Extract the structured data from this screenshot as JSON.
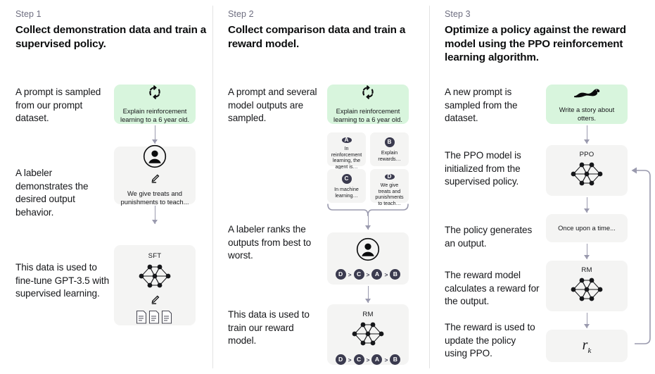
{
  "meta": {
    "accent_green": "#d8f5dd",
    "card_grey": "#f4f4f3",
    "arrow_grey": "#9a9aae",
    "pill_dark": "#3b3b4f",
    "divider": "#e3e3e3"
  },
  "steps": [
    {
      "label": "Step 1",
      "title": "Collect demonstration data and train a supervised policy.",
      "notes": [
        "A prompt is sampled from our prompt dataset.",
        "A labeler demonstrates the desired output behavior.",
        "This data is used to fine-tune GPT-3.5 with supervised learning."
      ],
      "cards": [
        {
          "kind": "prompt",
          "icon": "refresh-cycle-icon",
          "text": "Explain reinforcement learning to a 6 year old."
        },
        {
          "kind": "labeler",
          "icon": "person-avatar-icon",
          "sub_icon": "pencil-icon",
          "text": "We give treats and punishments to teach..."
        },
        {
          "kind": "model",
          "title": "SFT",
          "icon": "neural-network-icon",
          "sub_icon": "pencil-icon",
          "extra_icon": "documents-icon"
        }
      ]
    },
    {
      "label": "Step 2",
      "title": "Collect comparison data and train a reward model.",
      "notes": [
        "A prompt and several model outputs are sampled.",
        "A labeler ranks the outputs from best to worst.",
        "This data is used to train our reward model."
      ],
      "cards": [
        {
          "kind": "prompt",
          "icon": "refresh-cycle-icon",
          "text": "Explain reinforcement learning to a 6 year old."
        },
        {
          "kind": "outputs",
          "options": [
            {
              "letter": "A",
              "text": "In reinforcement learning, the agent is…"
            },
            {
              "letter": "B",
              "text": "Explain rewards…"
            },
            {
              "letter": "C",
              "text": "In machine learning…"
            },
            {
              "letter": "D",
              "text": "We give treats and punishments to teach…"
            }
          ]
        },
        {
          "kind": "labeler-rank",
          "icon": "person-avatar-icon",
          "ranking": [
            "D",
            "C",
            "A",
            "B"
          ]
        },
        {
          "kind": "model-rank",
          "title": "RM",
          "icon": "neural-network-icon",
          "ranking": [
            "D",
            "C",
            "A",
            "B"
          ]
        }
      ]
    },
    {
      "label": "Step 3",
      "title": "Optimize a policy against the reward model using the PPO reinforcement learning algorithm.",
      "notes": [
        "A new prompt is sampled from the dataset.",
        "The PPO model is initialized from the supervised policy.",
        "The policy generates an output.",
        "The reward model calculates a reward for the output.",
        "The reward is used to update the policy using PPO."
      ],
      "cards": [
        {
          "kind": "prompt",
          "icon": "otter-icon",
          "text": "Write a story about otters."
        },
        {
          "kind": "model",
          "title": "PPO",
          "icon": "neural-network-icon"
        },
        {
          "kind": "output",
          "text": "Once upon a time..."
        },
        {
          "kind": "model",
          "title": "RM",
          "icon": "neural-network-icon"
        },
        {
          "kind": "reward",
          "symbol": "r",
          "subscript": "k"
        }
      ]
    }
  ]
}
